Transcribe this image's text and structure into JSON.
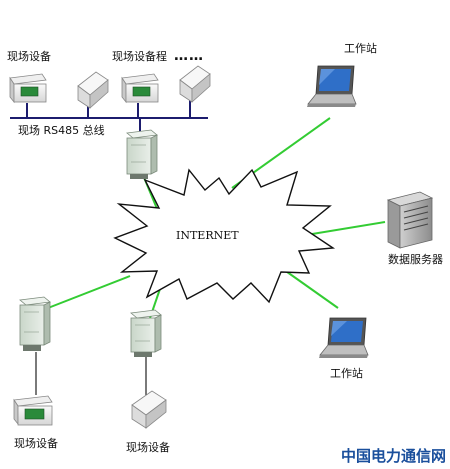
{
  "labels": {
    "field_device_top_left": "现场设备",
    "field_device_top_mid": "现场设备程",
    "ellipsis": "……",
    "bus": "现场 RS485 总线",
    "internet": "INTERNET",
    "workstation_top": "工作站",
    "workstation_bottom": "工作站",
    "data_server": "数据服务器",
    "field_device_bottom_left": "现场设备",
    "field_device_bottom_mid": "现场设备"
  },
  "watermark": "中国电力通信网",
  "colors": {
    "link_green": "#33cc33",
    "bus_navy": "#1c1c6e",
    "watermark_blue": "#1a4f9c"
  }
}
